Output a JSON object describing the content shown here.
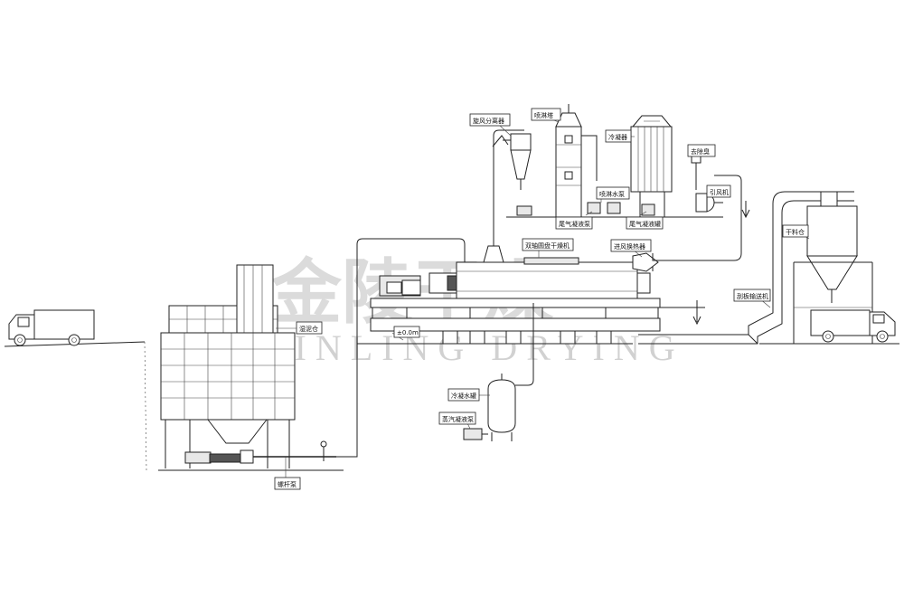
{
  "watermark": {
    "chinese": "金陵干燥",
    "english": "JINLING DRYING"
  },
  "labels": {
    "sludge_bin": "湿泥仓",
    "screw_pump": "螺杆泵",
    "dryer": "双轴圆盘干燥机",
    "cyclone": "旋风分离器",
    "spray_tower": "喷淋塔",
    "spray_pump": "喷淋水泵",
    "condenser": "冷凝器",
    "exhaust_condensate_pump": "尾气凝液泵",
    "exhaust_condensate_tank": "尾气凝液罐",
    "deodorize": "去除臭",
    "induced_fan": "引风机",
    "inlet_heater": "进风换热器",
    "zero_level": "±0.0m",
    "cooling_tank": "冷凝水罐",
    "steam_condensate_pump": "蒸汽凝液泵",
    "scraper_conveyor": "刮板输送机",
    "dry_bin": "干料仓"
  }
}
